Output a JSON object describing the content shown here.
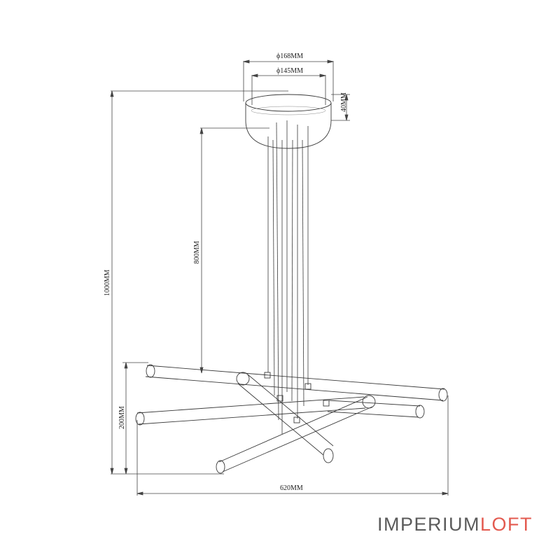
{
  "dimensions": {
    "canopy_outer_diameter": "ϕ168MM",
    "canopy_inner_diameter": "ϕ145MM",
    "canopy_height": "40MM",
    "cable_length": "800MM",
    "total_height": "1000MM",
    "fixture_height": "200MM",
    "fixture_width": "620MM"
  },
  "brand": {
    "part1": "IMPERIUM",
    "part2": "LOFT",
    "color_part1": "#5b5b5b",
    "color_part2": "#e35a4f"
  },
  "colors": {
    "line": "#3a3a3a",
    "dim_line": "#444444"
  }
}
